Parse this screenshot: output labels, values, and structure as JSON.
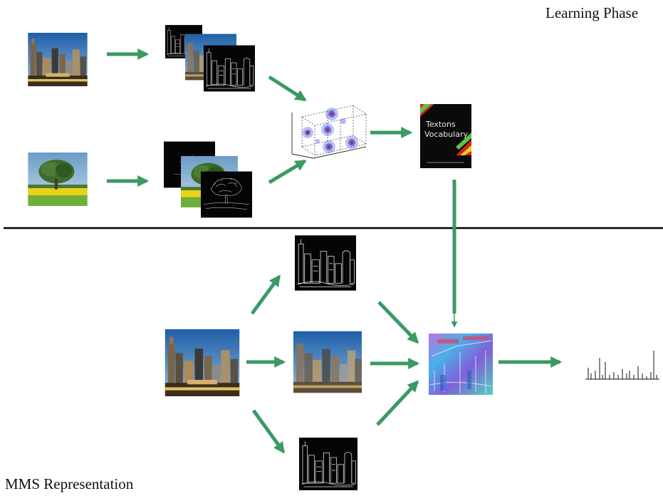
{
  "labels": {
    "learning_phase": "Learning Phase",
    "mms_representation": "MMS Representation"
  },
  "vocabulary_book": {
    "title_line1": "Textons",
    "title_line2": "Vocabulary"
  },
  "colors": {
    "arrow": "#3a9a62",
    "divider": "#000000",
    "sky": "#2f6fb0",
    "grass": "#6fae3a",
    "field_yellow": "#e8d21a",
    "cluster_blue": "#3b4ee0",
    "cluster_red": "#d01818"
  }
}
